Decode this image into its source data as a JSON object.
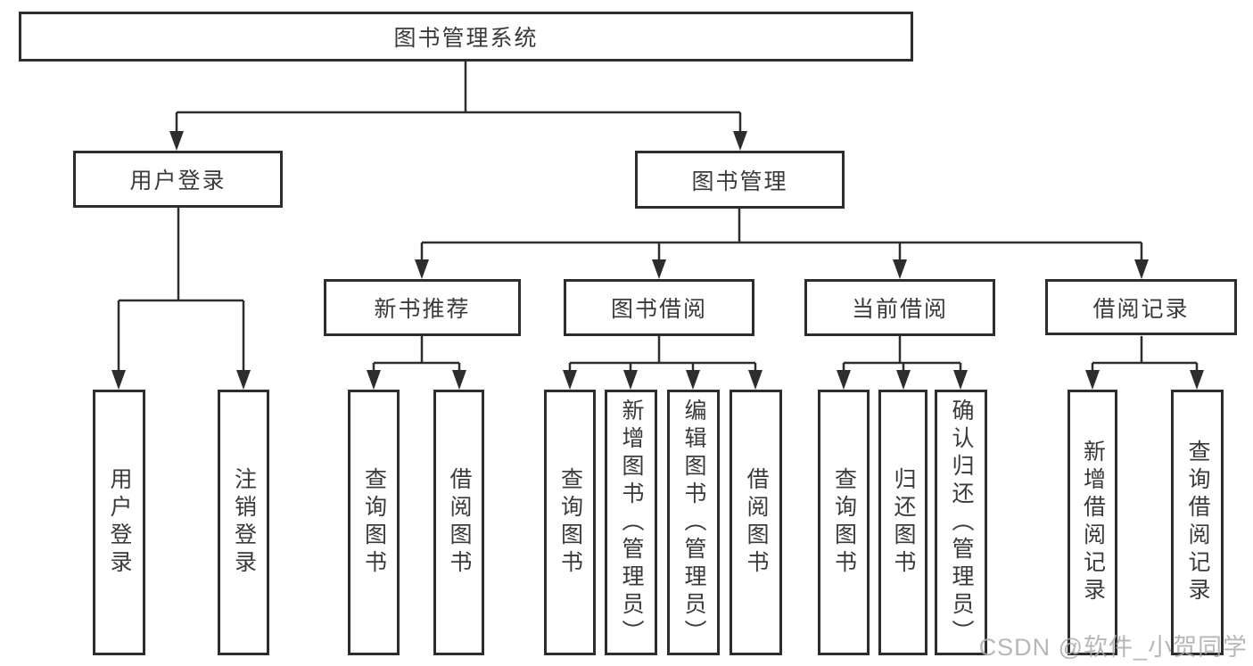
{
  "nodes": {
    "root": {
      "label": "图书管理系统"
    },
    "level2": [
      {
        "label": "用户登录"
      },
      {
        "label": "图书管理"
      }
    ],
    "level3": [
      {
        "label": "新书推荐"
      },
      {
        "label": "图书借阅"
      },
      {
        "label": "当前借阅"
      },
      {
        "label": "借阅记录"
      }
    ],
    "leaves": [
      {
        "label": "用户登录"
      },
      {
        "label": "注销登录"
      },
      {
        "label": "查询图书"
      },
      {
        "label": "借阅图书"
      },
      {
        "label": "查询图书"
      },
      {
        "label": "新增图书（管理员）"
      },
      {
        "label": "编辑图书（管理员）"
      },
      {
        "label": "借阅图书"
      },
      {
        "label": "查询图书"
      },
      {
        "label": "归还图书"
      },
      {
        "label": "确认归还（管理员）"
      },
      {
        "label": "新增借阅记录"
      },
      {
        "label": "查询借阅记录"
      }
    ]
  },
  "watermark": "CSDN @软件_小贺同学",
  "colors": {
    "line": "#2d2d2d",
    "text": "#3a3a3a",
    "box_background": "#ffffff",
    "watermark": "#aaaaaa"
  }
}
